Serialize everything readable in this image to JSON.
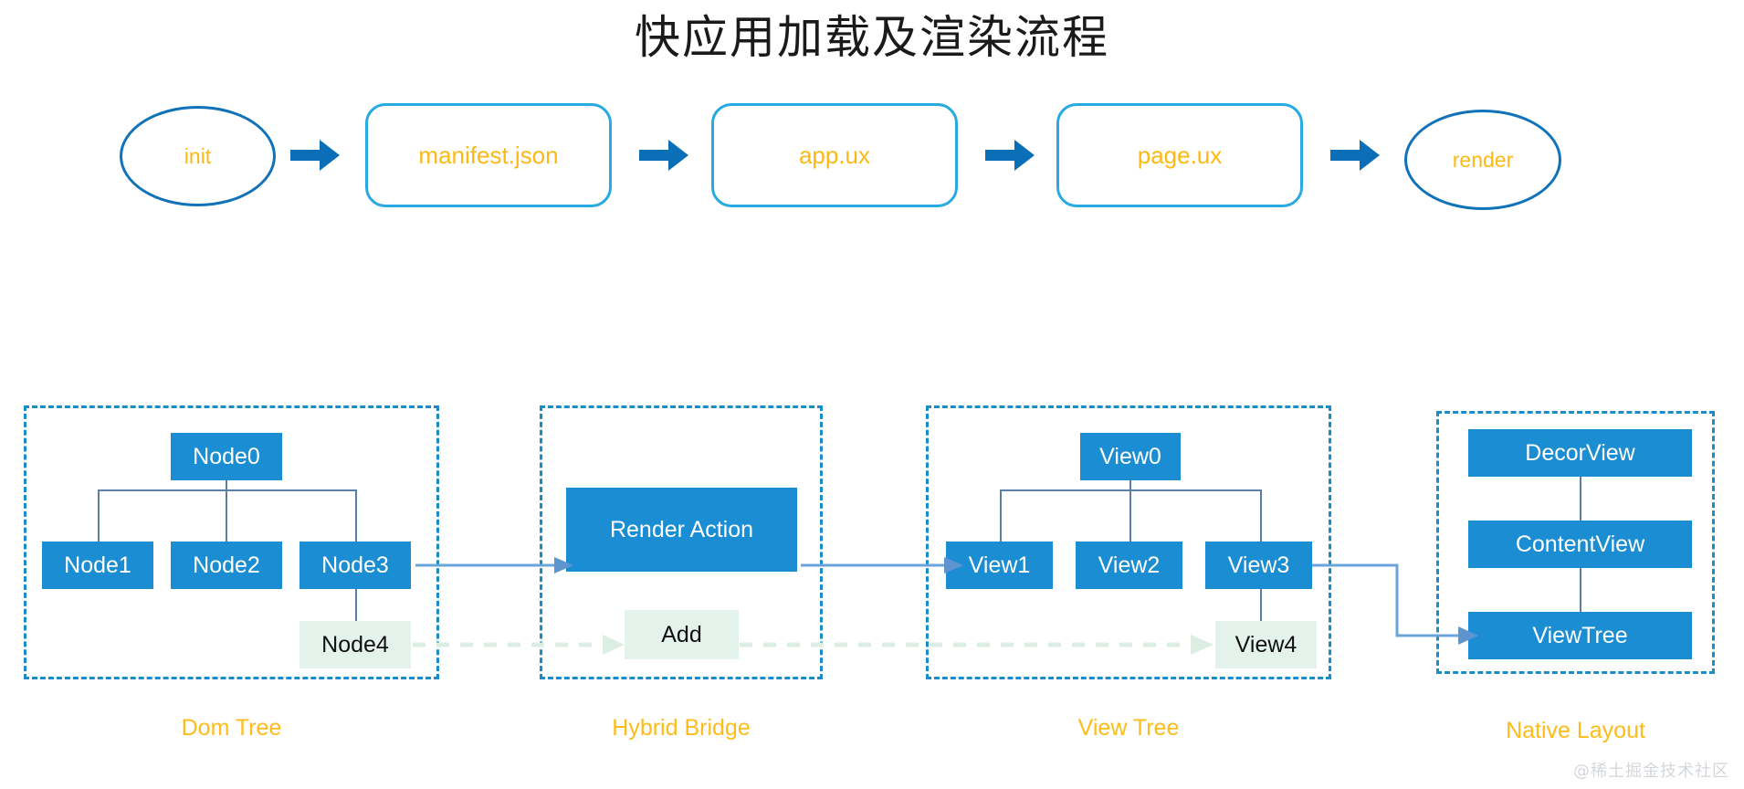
{
  "title": "快应用加载及渲染流程",
  "top_flow": {
    "nodes": [
      {
        "id": "init",
        "label": "init",
        "shape": "circle"
      },
      {
        "id": "manifest-json",
        "label": "manifest.json",
        "shape": "rounded-rect"
      },
      {
        "id": "app-ux",
        "label": "app.ux",
        "shape": "rounded-rect"
      },
      {
        "id": "page-ux",
        "label": "page.ux",
        "shape": "rounded-rect"
      },
      {
        "id": "render",
        "label": "render",
        "shape": "circle"
      }
    ],
    "arrow_count": 4
  },
  "panels": [
    {
      "id": "dom-tree",
      "label": "Dom Tree",
      "boxes": [
        {
          "id": "node0",
          "label": "Node0",
          "style": "blue"
        },
        {
          "id": "node1",
          "label": "Node1",
          "style": "blue"
        },
        {
          "id": "node2",
          "label": "Node2",
          "style": "blue"
        },
        {
          "id": "node3",
          "label": "Node3",
          "style": "blue"
        },
        {
          "id": "node4",
          "label": "Node4",
          "style": "green"
        }
      ]
    },
    {
      "id": "hybrid-bridge",
      "label": "Hybrid Bridge",
      "boxes": [
        {
          "id": "render-action",
          "label": "Render Action",
          "style": "blue"
        },
        {
          "id": "add",
          "label": "Add",
          "style": "green"
        }
      ]
    },
    {
      "id": "view-tree",
      "label": "View Tree",
      "boxes": [
        {
          "id": "view0",
          "label": "View0",
          "style": "blue"
        },
        {
          "id": "view1",
          "label": "View1",
          "style": "blue"
        },
        {
          "id": "view2",
          "label": "View2",
          "style": "blue"
        },
        {
          "id": "view3",
          "label": "View3",
          "style": "blue"
        },
        {
          "id": "view4",
          "label": "View4",
          "style": "green"
        }
      ]
    },
    {
      "id": "native-layout",
      "label": "Native Layout",
      "boxes": [
        {
          "id": "decorview",
          "label": "DecorView",
          "style": "blue"
        },
        {
          "id": "contentview",
          "label": "ContentView",
          "style": "blue"
        },
        {
          "id": "viewtree",
          "label": "ViewTree",
          "style": "blue"
        }
      ]
    }
  ],
  "watermark": "@稀土掘金技术社区",
  "colors": {
    "title_text": "#1a1a1a",
    "flow_text": "#FDB913",
    "circle_stroke": "#1072B8",
    "rect_stroke": "#27A9E1",
    "flow_arrow": "#0B6FB8",
    "panel_border": "#1C8BC9",
    "panel_label": "#FDBC19",
    "node_fill": "#1B8DD2",
    "node_text": "#FFFFFF",
    "green_fill": "#E4F2EC",
    "green_text": "#111111",
    "connector": "#5B7FA6",
    "cross_arrow": "#6BA3DB",
    "dashed_green_arrow": "#DCEDE4",
    "watermark": "#D3D7DC"
  }
}
